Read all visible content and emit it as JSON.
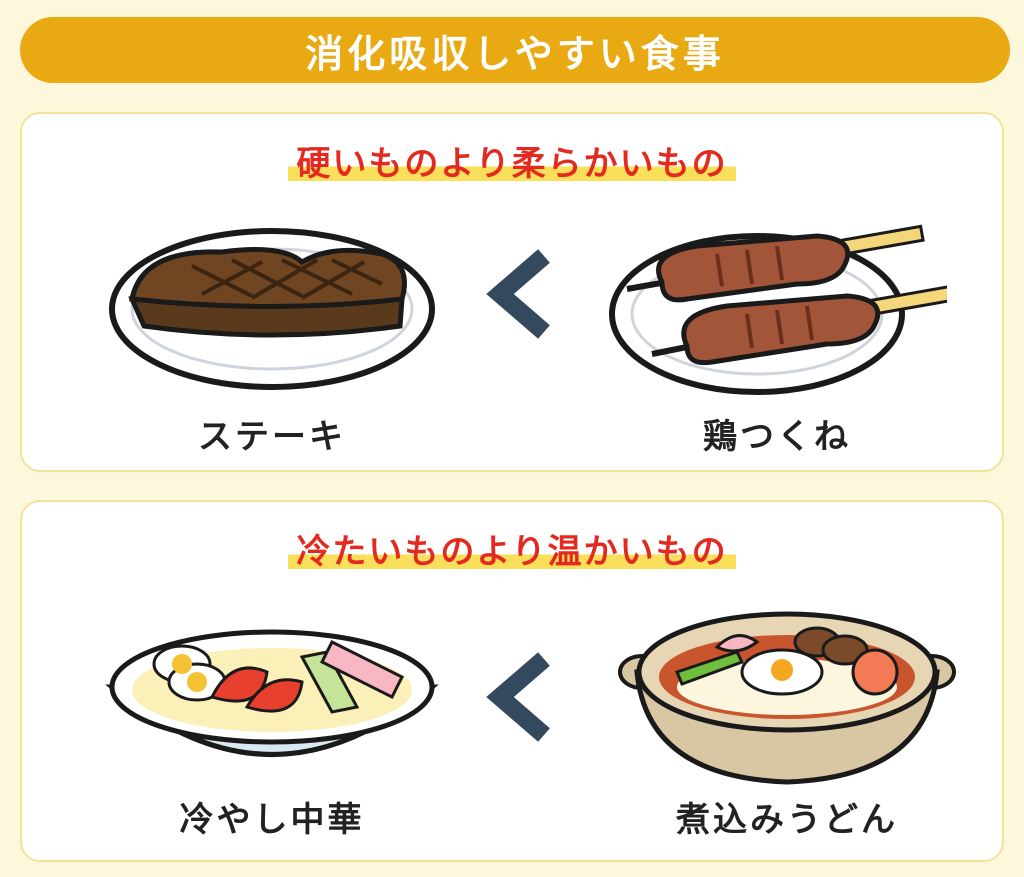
{
  "title": "消化吸収しやすい食事",
  "sections": [
    {
      "heading": "硬いものより柔らかいもの",
      "left_food": "ステーキ",
      "right_food": "鶏つくね",
      "comparison_icon": "less-than-chevron"
    },
    {
      "heading": "冷たいものより温かいもの",
      "left_food": "冷やし中華",
      "right_food": "煮込みうどん",
      "comparison_icon": "less-than-chevron"
    }
  ],
  "colors": {
    "background": "#fdf8dc",
    "banner": "#e9a912",
    "heading_text": "#e42a20",
    "heading_underline": "#f9df5a",
    "chevron": "#34495e"
  }
}
